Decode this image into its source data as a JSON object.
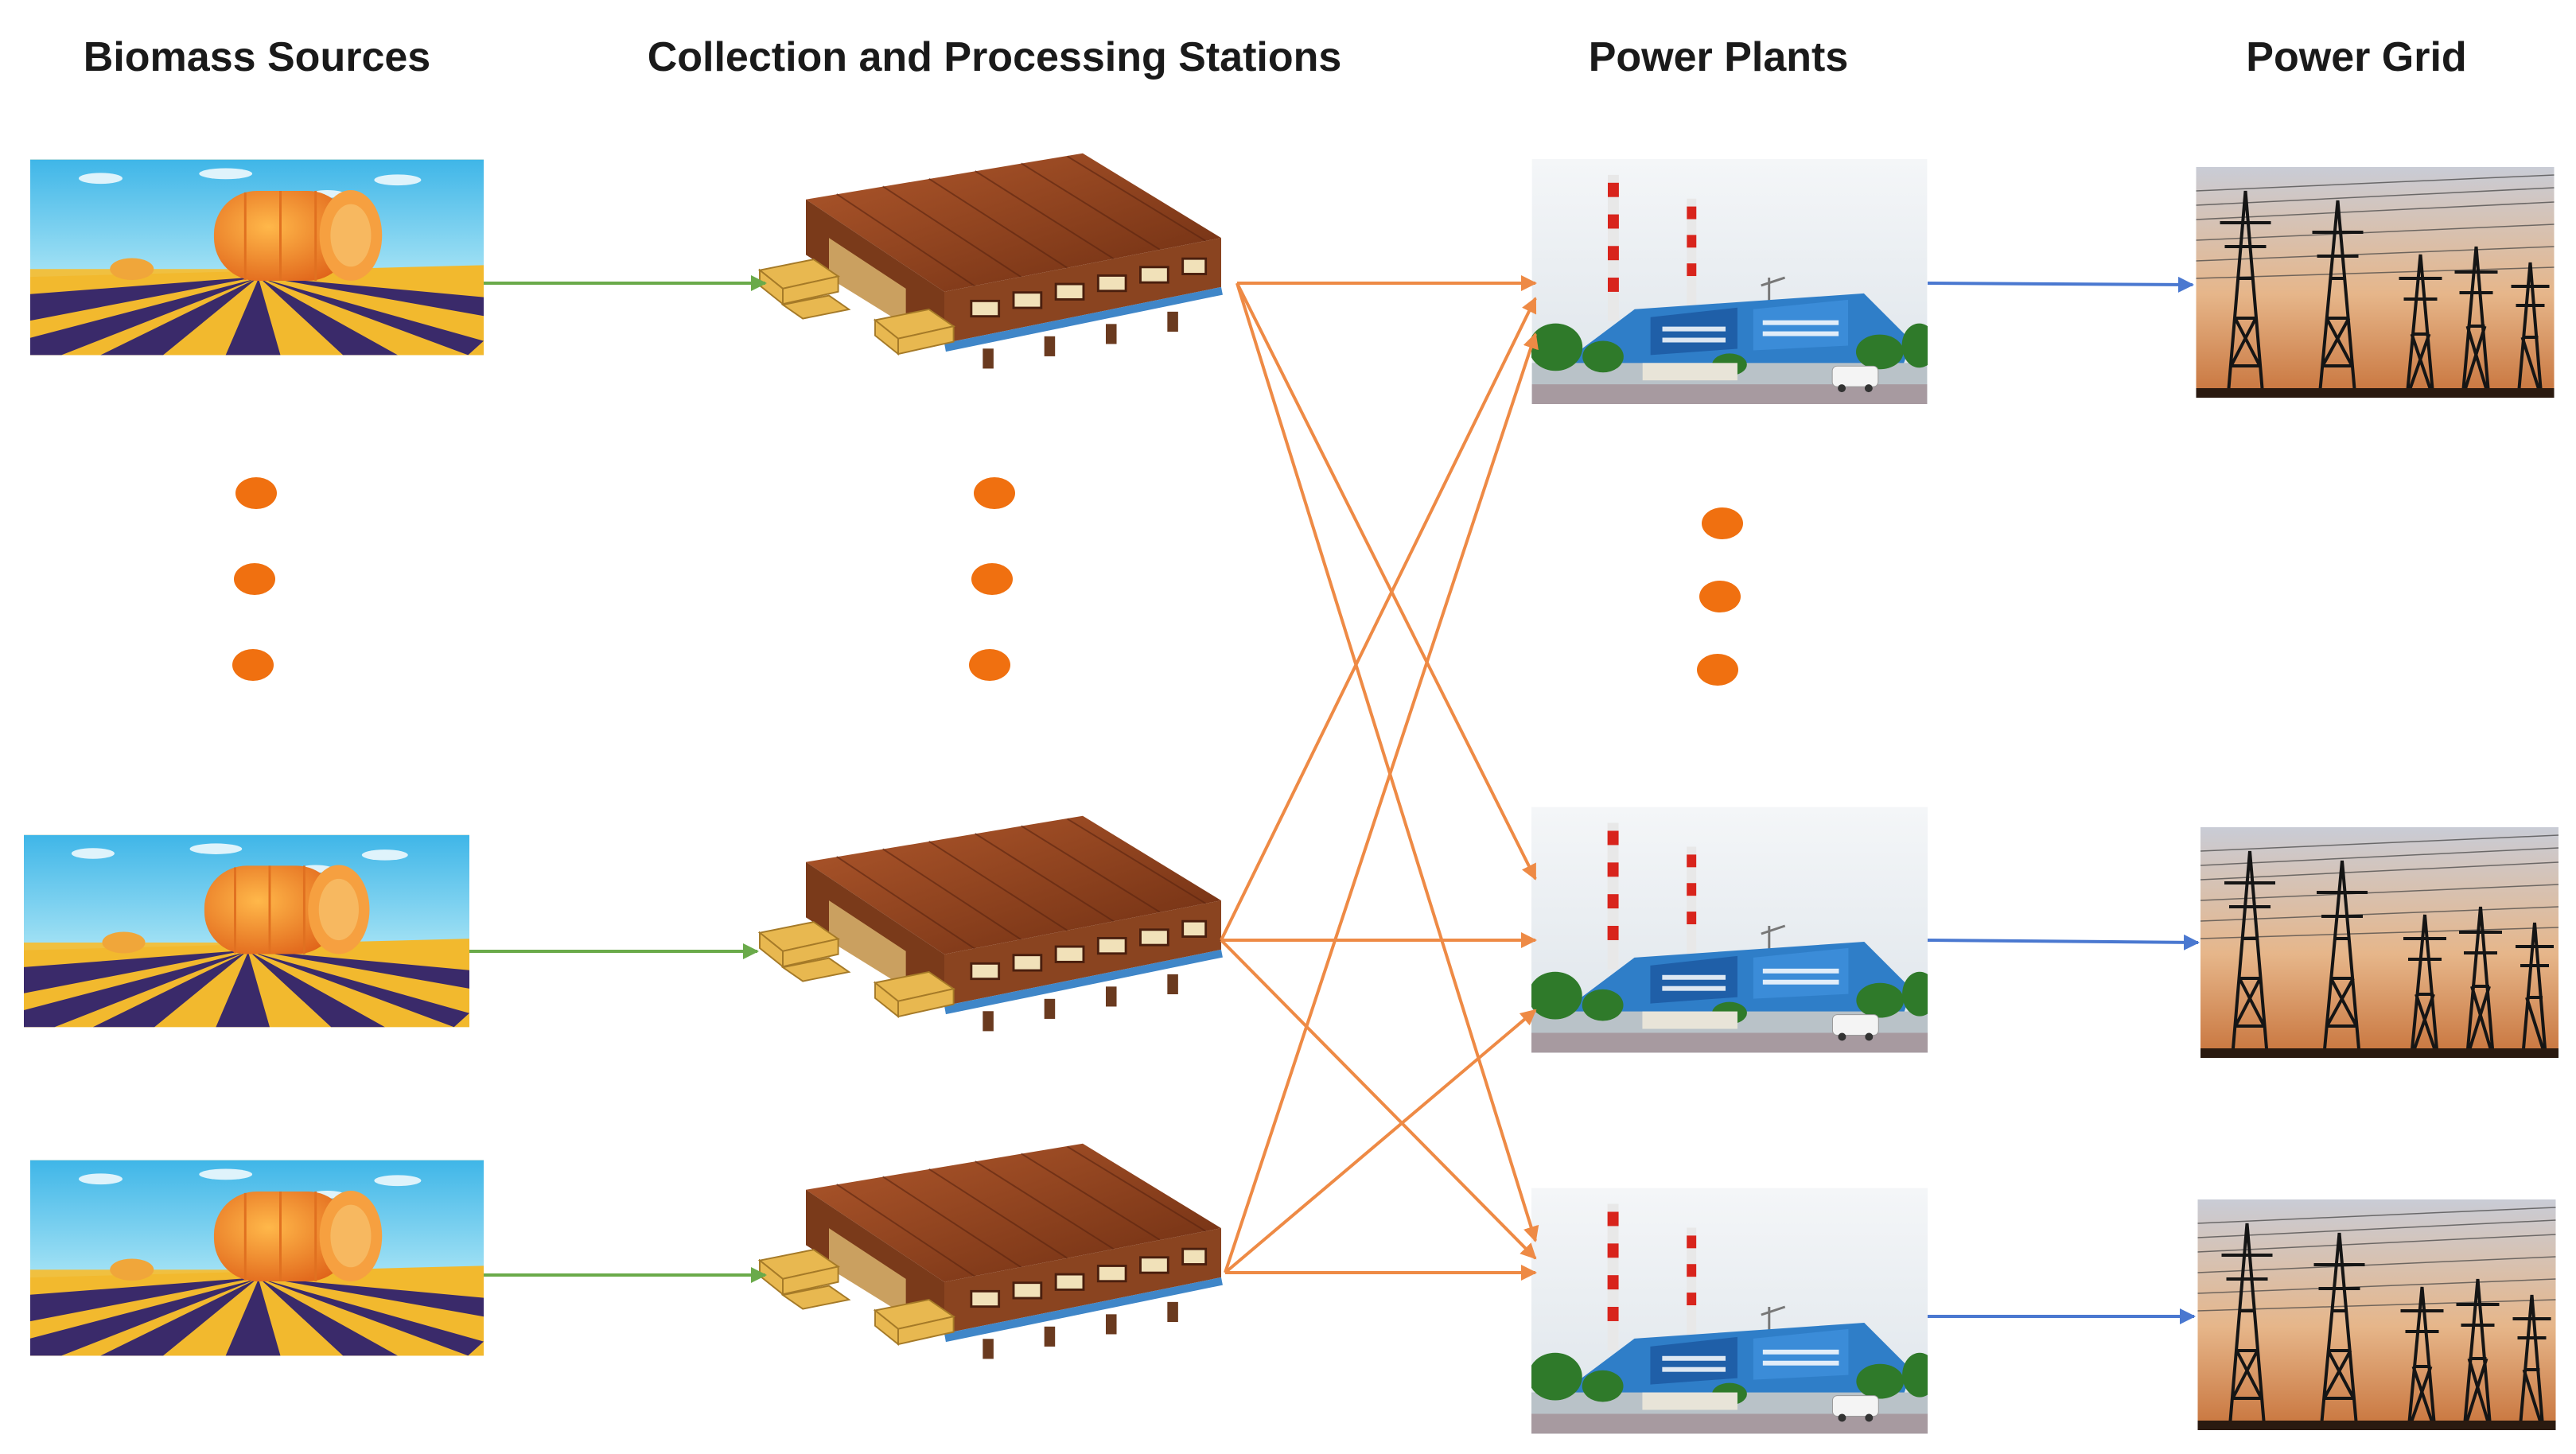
{
  "columns": {
    "biomass_sources": "Biomass Sources",
    "collection_stations": "Collection and Processing Stations",
    "power_plants": "Power Plants",
    "power_grid": "Power Grid"
  },
  "icons": {
    "biomass_source": "hay-field-icon",
    "collection_station": "warehouse-icon",
    "power_plant": "power-plant-icon",
    "power_grid": "transmission-tower-icon",
    "more": "ellipsis-dots-icon"
  },
  "colors": {
    "source_to_station": "#6aaa4a",
    "station_to_plant": "#ee8a45",
    "plant_to_grid": "#4a78d0",
    "ellipsis": "#f07010"
  },
  "connections": {
    "source_to_station": [
      [
        0,
        0
      ],
      [
        1,
        1
      ],
      [
        2,
        2
      ]
    ],
    "station_to_plant": [
      [
        0,
        0
      ],
      [
        0,
        1
      ],
      [
        0,
        2
      ],
      [
        1,
        0
      ],
      [
        1,
        1
      ],
      [
        1,
        2
      ],
      [
        2,
        0
      ],
      [
        2,
        1
      ],
      [
        2,
        2
      ]
    ],
    "plant_to_grid": [
      [
        0,
        0
      ],
      [
        1,
        1
      ],
      [
        2,
        2
      ]
    ]
  }
}
